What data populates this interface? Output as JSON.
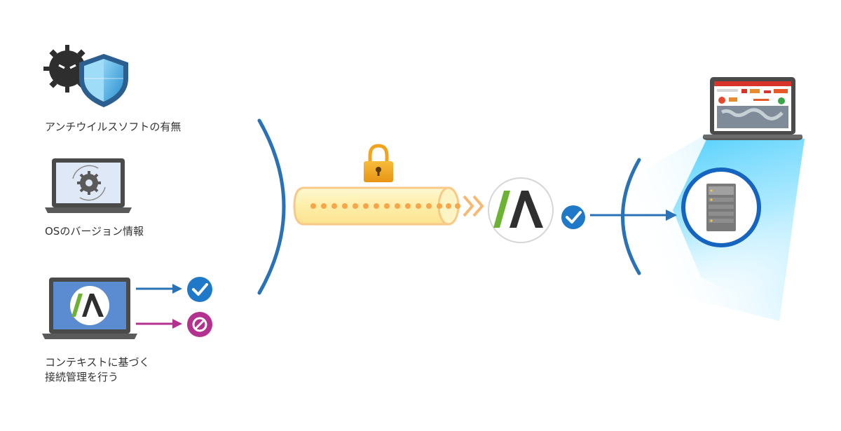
{
  "left_items": {
    "antivirus": {
      "label": "アンチウイルスソフトの有無",
      "icon": "virus-shield-icon"
    },
    "os": {
      "label": "OSのバージョン情報",
      "icon": "os-update-laptop-icon"
    },
    "context": {
      "label_line1": "コンテキストに基づく",
      "label_line2": "接続管理を行う",
      "icon": "laptop-app-logo-icon",
      "allow_icon": "check-circle-icon",
      "deny_icon": "block-circle-icon"
    }
  },
  "center": {
    "tunnel_icon": "lock-icon",
    "gateway_icon": "app-logo-icon",
    "verify_icon": "check-circle-icon"
  },
  "right": {
    "server_icon": "server-icon",
    "dashboard_icon": "dashboard-laptop-icon"
  },
  "colors": {
    "accent_blue": "#2a72b5",
    "check_blue": "#1f78c8",
    "deny_purple": "#b3318f",
    "lock_orange": "#f0a21f",
    "tunnel_fill": "#fdf0b5",
    "tunnel_dots": "#f7a64a",
    "logo_green": "#6cb233",
    "dark_gray": "#3b3b3b",
    "cyan_glow": "#5bd3ff"
  }
}
